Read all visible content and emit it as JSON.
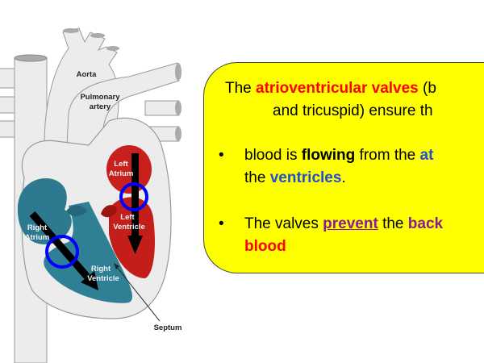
{
  "diagram": {
    "labels": {
      "aorta": "Aorta",
      "pulmonary_1": "Pulmonary",
      "pulmonary_2": "artery",
      "left_atrium_1": "Left",
      "left_atrium_2": "Atrium",
      "left_ventricle_1": "Left",
      "left_ventricle_2": "Ventricle",
      "right_atrium_1": "Right",
      "right_atrium_2": "Atrium",
      "right_ventricle_1": "Right",
      "right_ventricle_2": "Ventricle",
      "septum": "Septum"
    },
    "colors": {
      "oxygenated": "#c8201c",
      "deoxygenated": "#2d7a90",
      "valve_highlight": "#0000ff",
      "flow_arrow": "#000000"
    }
  },
  "callout": {
    "background": "#ffff00",
    "intro": {
      "t1": "The ",
      "t2": "atrioventricular valves",
      "t3": " (b",
      "t4": "and tricuspid) ensure th"
    },
    "bullet_symbol": "•",
    "point1": {
      "t1": "blood is ",
      "t2": "flowing",
      "t3": " from the ",
      "t4": "at",
      "t5": "the ",
      "t6": "ventricles",
      "t7": "."
    },
    "point2": {
      "t1": "The valves ",
      "t2": "prevent",
      "t3": " the ",
      "t4": "back",
      "t5": "blood"
    }
  }
}
